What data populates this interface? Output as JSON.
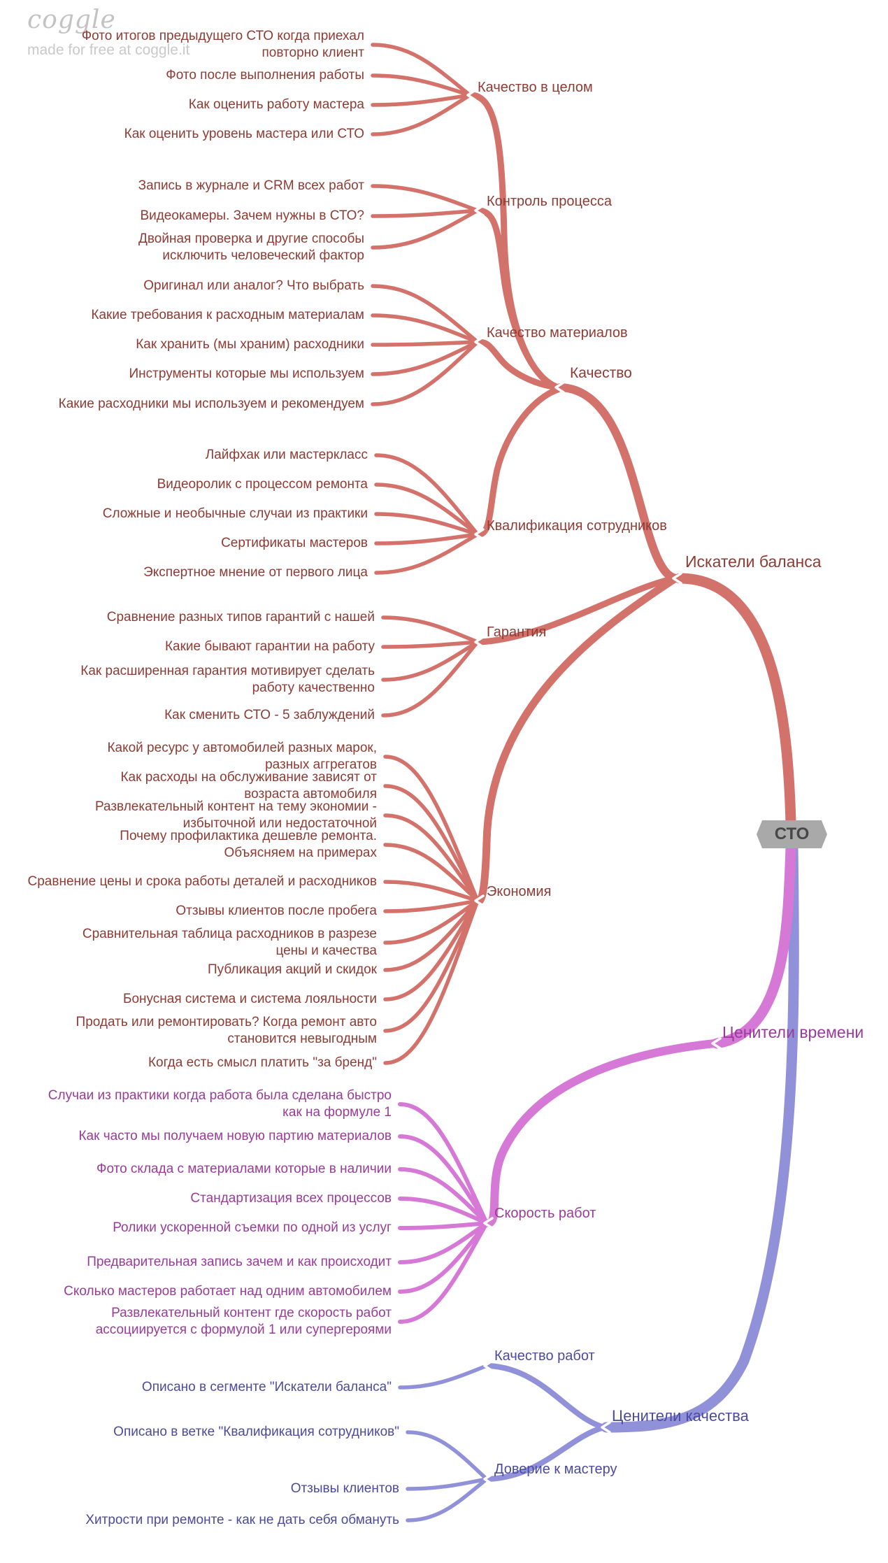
{
  "watermark": {
    "logo": "coggle",
    "tagline": "made for free at coggle.it"
  },
  "root_label": "СТО",
  "nodes": {
    "balance": "Искатели баланса",
    "quality": "Качество",
    "quality_overall": "Качество в целом",
    "process_control": "Контроль процесса",
    "materials_quality": "Качество материалов",
    "staff_qualification": "Квалификация сотрудников",
    "warranty": "Гарантия",
    "economy": "Экономия",
    "time_lovers": "Ценители времени",
    "work_speed": "Скорость работ",
    "quality_lovers": "Ценители качества",
    "work_quality": "Качество работ",
    "master_trust": "Доверие к мастеру"
  },
  "leaves": {
    "quality_overall": [
      "Фото итогов предыдущего СТО когда приехал повторно клиент",
      "Фото после выполнения работы",
      "Как оценить работу мастера",
      "Как оценить уровень мастера или СТО"
    ],
    "process_control": [
      "Запись в журнале и CRM всех работ",
      "Видеокамеры. Зачем нужны в СТО?",
      "Двойная проверка и другие способы исключить человеческий фактор"
    ],
    "materials_quality": [
      "Оригинал или аналог? Что выбрать",
      "Какие требования к расходным материалам",
      "Как хранить (мы храним) расходники",
      "Инструменты которые мы используем",
      "Какие расходники мы используем и рекомендуем"
    ],
    "staff_qualification": [
      "Лайфхак или мастеркласс",
      "Видеоролик с процессом ремонта",
      "Сложные и необычные случаи из практики",
      "Сертификаты мастеров",
      "Экспертное мнение от первого лица"
    ],
    "warranty": [
      "Сравнение разных типов гарантий с нашей",
      "Какие бывают гарантии на работу",
      "Как расширенная гарантия мотивирует сделать работу качественно",
      "Как сменить СТО - 5 заблуждений"
    ],
    "economy": [
      "Какой ресурс у автомобилей разных марок, разных аггрегатов",
      "Как расходы на обслуживание зависят от возраста автомобиля",
      "Развлекательный контент на тему экономии - избыточной или недостаточной",
      "Почему профилактика дешевле ремонта. Объясняем на примерах",
      "Сравнение цены и срока работы деталей и расходников",
      "Отзывы клиентов после пробега",
      "Сравнительная таблица расходников в разрезе цены и качества",
      "Публикация акций и скидок",
      "Бонусная система и система лояльности",
      "Продать или ремонтировать? Когда ремонт авто становится невыгодным",
      "Когда есть смысл платить \"за бренд\""
    ],
    "work_speed": [
      "Случаи из практики когда работа была сделана быстро как на формуле 1",
      "Как часто мы получаем новую партию материалов",
      "Фото склада с материалами которые в наличии",
      "Стандартизация всех процессов",
      "Ролики ускоренной съемки по одной из услуг",
      "Предварительная запись зачем и как происходит",
      "Сколько мастеров работает над одним автомобилем",
      "Развлекательный контент где скорость работ ассоциируется с формулой 1 или супергероями"
    ],
    "work_quality": [
      "Описано в сегменте \"Искатели баланса\""
    ],
    "master_trust": [
      "Описано в ветке \"Квалификация сотрудников\"",
      "Отзывы клиентов",
      "Хитрости при ремонте - как не дать себя обмануть"
    ]
  },
  "colors": {
    "red_line": "#d3716b",
    "red_text": "#8e3b34",
    "magenta_line": "#d678d6",
    "magenta_text": "#993c99",
    "indigo_line": "#9191da",
    "indigo_text": "#4b4b9e",
    "root_bg": "#a9a9a9",
    "root_text": "#474747",
    "watermark": "#c3c3c3",
    "chevron": "#ffffff"
  }
}
